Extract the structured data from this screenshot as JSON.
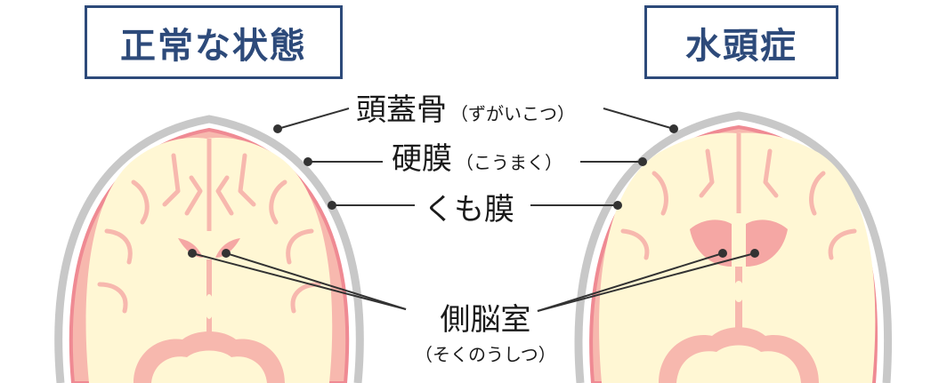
{
  "titles": {
    "normal": "正常な状態",
    "hydrocephalus": "水頭症"
  },
  "labels": {
    "skull": {
      "main": "頭蓋骨",
      "reading": "（ずがいこつ）"
    },
    "dura": {
      "main": "硬膜",
      "reading": "（こうまく）"
    },
    "arachnoid": {
      "main": "くも膜"
    },
    "ventricles": {
      "main": "側脳室",
      "reading": "（そくのうしつ）"
    }
  },
  "colors": {
    "title_border": "#2d4a7a",
    "skull": "#c8c8c8",
    "dura": "#ef8a93",
    "brain_fill": "#fff7d4",
    "csf": "#f7b8ae",
    "ventricle": "#f5a7a4",
    "leader_line": "#333333"
  }
}
